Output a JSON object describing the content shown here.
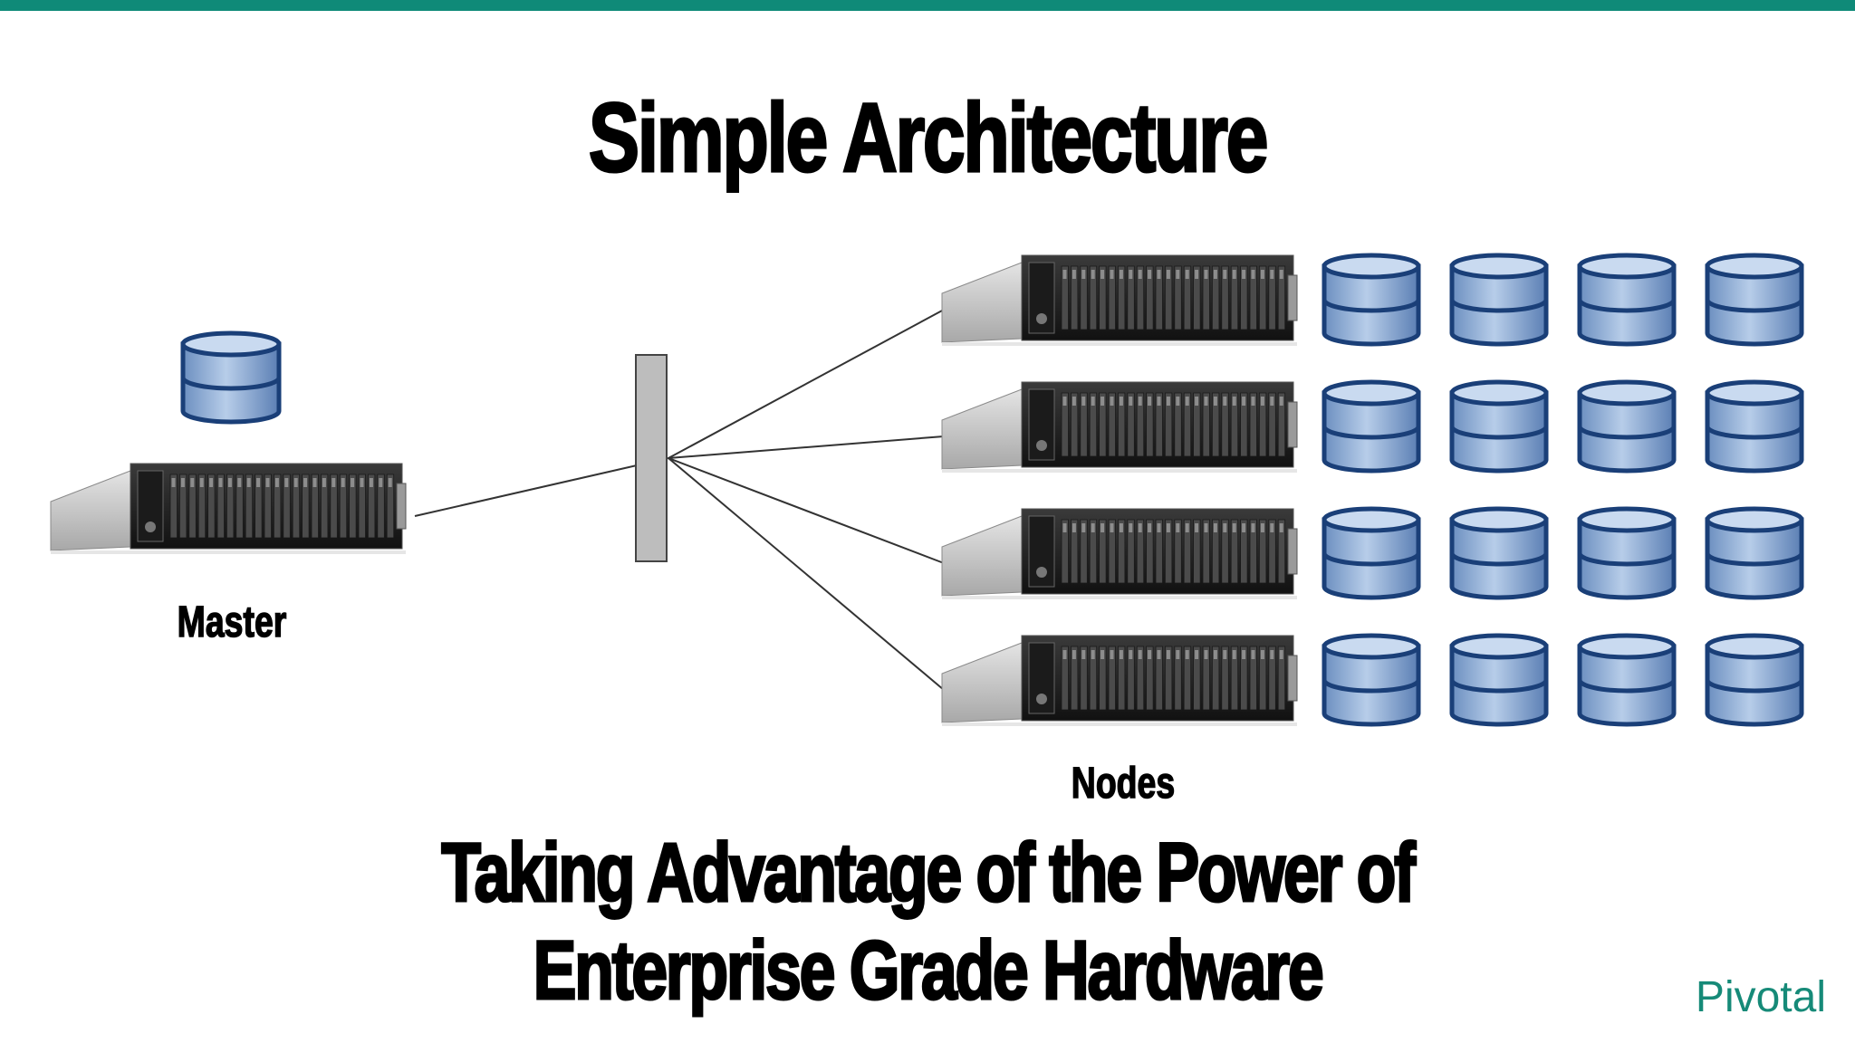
{
  "slide": {
    "title": "Simple Architecture",
    "subtitle_line_1": "Taking Advantage of the Power of",
    "subtitle_line_2": "Enterprise Grade Hardware",
    "brand": "Pivotal"
  },
  "diagram": {
    "master": {
      "label": "Master",
      "database_count": 1
    },
    "interconnect": {
      "icon": "network-switch-icon"
    },
    "nodes": {
      "label": "Nodes",
      "server_count": 4,
      "databases_per_server": 4
    },
    "server_icon": "rack-server-icon",
    "database_icon": "database-cylinder-icon"
  },
  "colors": {
    "accent": "#0f8a78",
    "brand": "#168a78",
    "database_fill": "#8fb0d8",
    "database_outline": "#1a3f78",
    "switch_fill": "#bdbdbd",
    "server_body": "#2a2a2a",
    "server_chassis": "#c8c8c8"
  }
}
